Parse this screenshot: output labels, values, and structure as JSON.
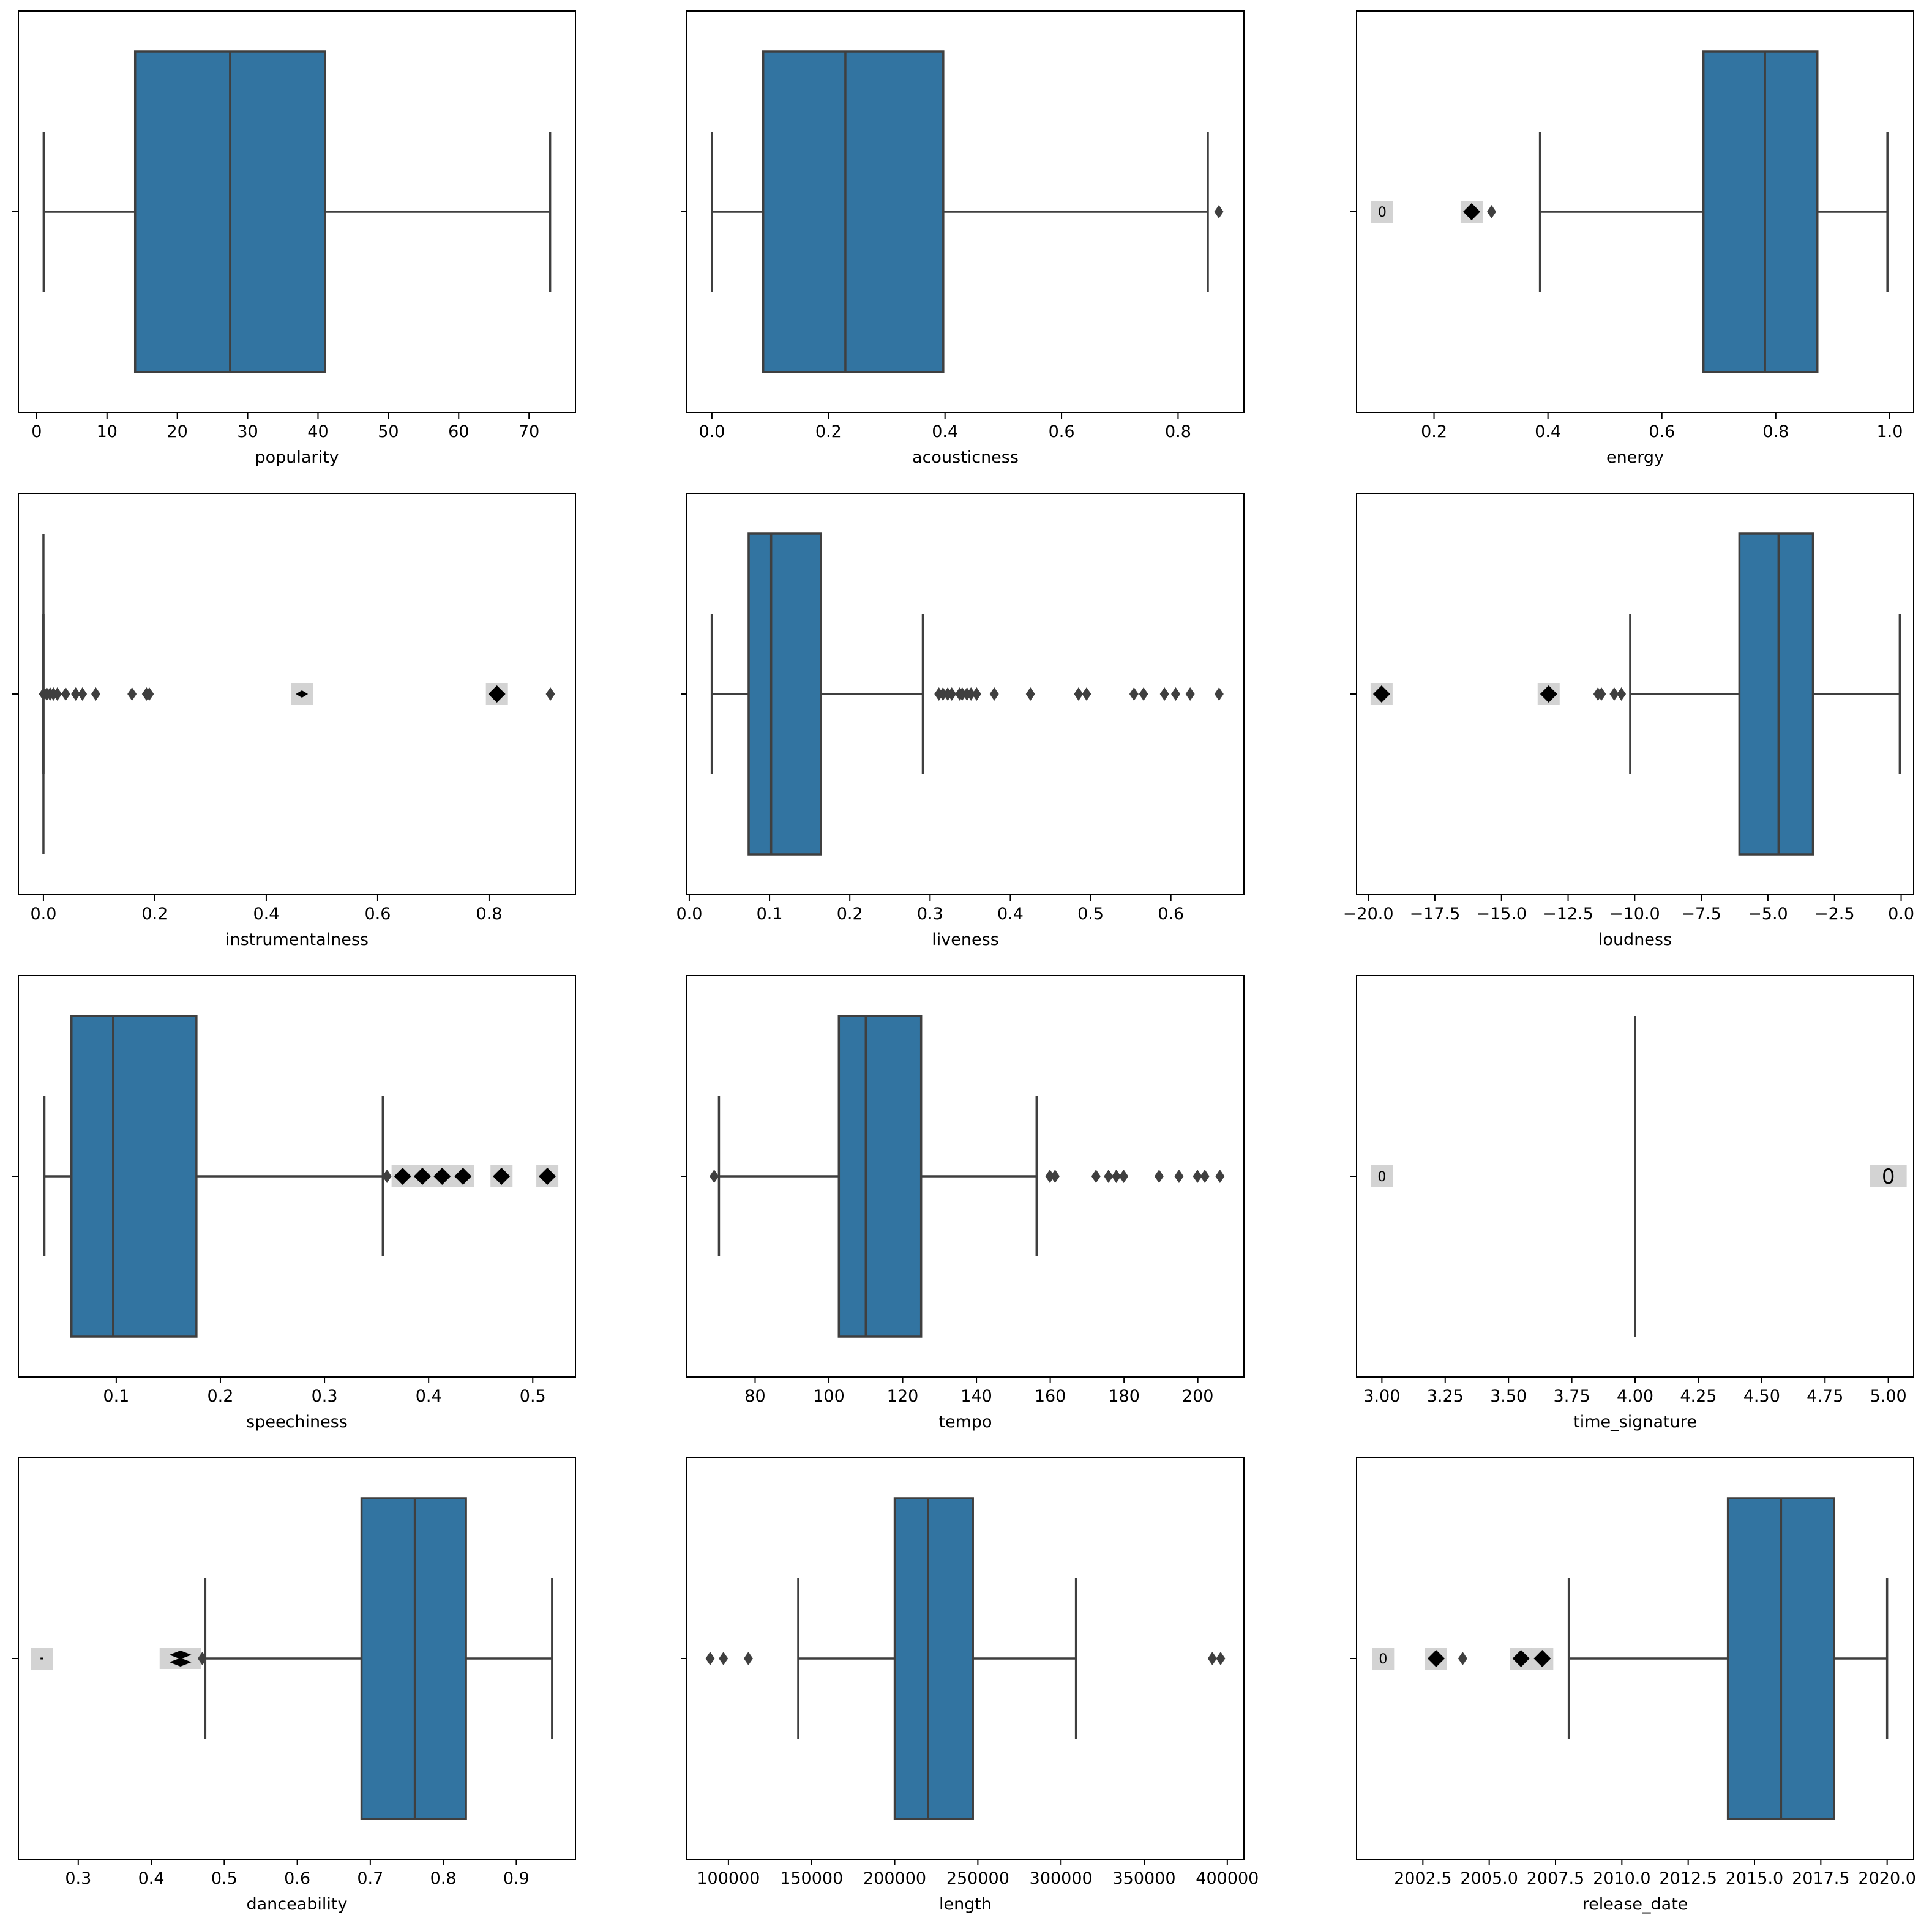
{
  "colors": {
    "box_fill": "#3274a1",
    "line": "#3f3f3f",
    "outlier": "#3f3f3f",
    "outlier_highlight": "#000000",
    "highlight_bg": "#d3d3d3",
    "frame": "#000000"
  },
  "chart_data": [
    {
      "type": "box",
      "xlabel": "popularity",
      "xlim": [
        -2.6,
        76.6
      ],
      "ticks": [
        0,
        10,
        20,
        30,
        40,
        50,
        60,
        70
      ],
      "tick_labels": [
        "0",
        "10",
        "20",
        "30",
        "40",
        "50",
        "60",
        "70"
      ],
      "stats": {
        "whisker_low": 1,
        "q1": 14,
        "median": 27.5,
        "q3": 41,
        "whisker_high": 73
      },
      "outliers": []
    },
    {
      "type": "box",
      "xlabel": "acousticness",
      "xlim": [
        -0.043,
        0.913
      ],
      "ticks": [
        0.0,
        0.2,
        0.4,
        0.6,
        0.8
      ],
      "tick_labels": [
        "0.0",
        "0.2",
        "0.4",
        "0.6",
        "0.8"
      ],
      "stats": {
        "whisker_low": 0.0,
        "q1": 0.088,
        "median": 0.229,
        "q3": 0.397,
        "whisker_high": 0.851
      },
      "outliers": [
        {
          "x": 0.87
        }
      ]
    },
    {
      "type": "box",
      "xlabel": "energy",
      "xlim": [
        0.064,
        1.042
      ],
      "ticks": [
        0.2,
        0.4,
        0.6,
        0.8,
        1.0
      ],
      "tick_labels": [
        "0.2",
        "0.4",
        "0.6",
        "0.8",
        "1.0"
      ],
      "stats": {
        "whisker_low": 0.386,
        "q1": 0.673,
        "median": 0.781,
        "q3": 0.873,
        "whisker_high": 0.996
      },
      "outliers": [
        {
          "x": 0.109,
          "highlight": true,
          "zero_label": true
        },
        {
          "x": 0.266,
          "highlight": true
        },
        {
          "x": 0.301
        }
      ]
    },
    {
      "type": "box",
      "xlabel": "instrumentalness",
      "xlim": [
        -0.045,
        0.955
      ],
      "ticks": [
        0.0,
        0.2,
        0.4,
        0.6,
        0.8
      ],
      "tick_labels": [
        "0.0",
        "0.2",
        "0.4",
        "0.6",
        "0.8"
      ],
      "stats": {
        "whisker_low": 0.0,
        "q1": 0.0,
        "median": 0.0,
        "q3": 0.0,
        "whisker_high": 0.0
      },
      "outliers": [
        {
          "x": 0.0
        },
        {
          "x": 0.006
        },
        {
          "x": 0.012
        },
        {
          "x": 0.018
        },
        {
          "x": 0.025
        },
        {
          "x": 0.04
        },
        {
          "x": 0.058
        },
        {
          "x": 0.07
        },
        {
          "x": 0.094
        },
        {
          "x": 0.159
        },
        {
          "x": 0.185
        },
        {
          "x": 0.19
        },
        {
          "x": 0.464,
          "highlight": true,
          "small": true
        },
        {
          "x": 0.814,
          "highlight": true
        },
        {
          "x": 0.91
        }
      ]
    },
    {
      "type": "box",
      "xlabel": "liveness",
      "xlim": [
        -0.003,
        0.691
      ],
      "ticks": [
        0.0,
        0.1,
        0.2,
        0.3,
        0.4,
        0.5,
        0.6
      ],
      "tick_labels": [
        "0.0",
        "0.1",
        "0.2",
        "0.3",
        "0.4",
        "0.5",
        "0.6"
      ],
      "stats": {
        "whisker_low": 0.028,
        "q1": 0.074,
        "median": 0.102,
        "q3": 0.164,
        "whisker_high": 0.291
      },
      "outliers": [
        {
          "x": 0.311
        },
        {
          "x": 0.316
        },
        {
          "x": 0.322
        },
        {
          "x": 0.327
        },
        {
          "x": 0.337
        },
        {
          "x": 0.34
        },
        {
          "x": 0.346
        },
        {
          "x": 0.351
        },
        {
          "x": 0.358
        },
        {
          "x": 0.38
        },
        {
          "x": 0.425
        },
        {
          "x": 0.485
        },
        {
          "x": 0.495
        },
        {
          "x": 0.554
        },
        {
          "x": 0.566
        },
        {
          "x": 0.592
        },
        {
          "x": 0.606
        },
        {
          "x": 0.624
        },
        {
          "x": 0.66
        }
      ]
    },
    {
      "type": "box",
      "xlabel": "loudness",
      "xlim": [
        -20.44,
        0.47
      ],
      "ticks": [
        -20.0,
        -17.5,
        -15.0,
        -12.5,
        -10.0,
        -7.5,
        -5.0,
        -2.5,
        0.0
      ],
      "tick_labels": [
        "−20.0",
        "−17.5",
        "−15.0",
        "−12.5",
        "−10.0",
        "−7.5",
        "−5.0",
        "−2.5",
        "0.0"
      ],
      "stats": {
        "whisker_low": -10.17,
        "q1": -6.07,
        "median": -4.6,
        "q3": -3.31,
        "whisker_high": -0.05
      },
      "outliers": [
        {
          "x": -19.5,
          "highlight": true
        },
        {
          "x": -13.23,
          "highlight": true
        },
        {
          "x": -11.38
        },
        {
          "x": -11.25
        },
        {
          "x": -10.77
        },
        {
          "x": -10.5
        }
      ]
    },
    {
      "type": "box",
      "xlabel": "speechiness",
      "xlim": [
        0.006,
        0.541
      ],
      "ticks": [
        0.1,
        0.2,
        0.3,
        0.4,
        0.5
      ],
      "tick_labels": [
        "0.1",
        "0.2",
        "0.3",
        "0.4",
        "0.5"
      ],
      "stats": {
        "whisker_low": 0.031,
        "q1": 0.057,
        "median": 0.097,
        "q3": 0.177,
        "whisker_high": 0.356
      },
      "outliers": [
        {
          "x": 0.36
        },
        {
          "x": 0.375,
          "highlight": true
        },
        {
          "x": 0.394,
          "highlight": true
        },
        {
          "x": 0.413,
          "highlight": true
        },
        {
          "x": 0.433,
          "highlight": true
        },
        {
          "x": 0.47,
          "highlight": true
        },
        {
          "x": 0.514,
          "highlight": true
        }
      ]
    },
    {
      "type": "box",
      "xlabel": "tempo",
      "xlim": [
        61.5,
        212.5
      ],
      "ticks": [
        80,
        100,
        120,
        140,
        160,
        180,
        200
      ],
      "tick_labels": [
        "80",
        "100",
        "120",
        "140",
        "160",
        "180",
        "200"
      ],
      "stats": {
        "whisker_low": 70.2,
        "q1": 102.7,
        "median": 110.0,
        "q3": 125.0,
        "whisker_high": 156.3
      },
      "outliers": [
        {
          "x": 68.9
        },
        {
          "x": 159.9
        },
        {
          "x": 161.3
        },
        {
          "x": 172.4
        },
        {
          "x": 175.8
        },
        {
          "x": 177.9
        },
        {
          "x": 179.9
        },
        {
          "x": 189.5
        },
        {
          "x": 194.9
        },
        {
          "x": 199.9
        },
        {
          "x": 201.9
        },
        {
          "x": 206.0
        }
      ]
    },
    {
      "type": "box",
      "xlabel": "time_signature",
      "xlim": [
        2.9,
        5.1
      ],
      "ticks": [
        3.0,
        3.25,
        3.5,
        3.75,
        4.0,
        4.25,
        4.5,
        4.75,
        5.0
      ],
      "tick_labels": [
        "3.00",
        "3.25",
        "3.50",
        "3.75",
        "4.00",
        "4.25",
        "4.50",
        "4.75",
        "5.00"
      ],
      "stats": {
        "whisker_low": 4.0,
        "q1": 4.0,
        "median": 4.0,
        "q3": 4.0,
        "whisker_high": 4.0
      },
      "outliers": [
        {
          "x": 3.0,
          "highlight": true,
          "zero_label": true
        },
        {
          "x": 5.0,
          "highlight": true,
          "zero_label": true,
          "big": true
        }
      ]
    },
    {
      "type": "box",
      "xlabel": "danceability",
      "xlim": [
        0.218,
        0.981
      ],
      "ticks": [
        0.3,
        0.4,
        0.5,
        0.6,
        0.7,
        0.8,
        0.9
      ],
      "tick_labels": [
        "0.3",
        "0.4",
        "0.5",
        "0.6",
        "0.7",
        "0.8",
        "0.9"
      ],
      "stats": {
        "whisker_low": 0.474,
        "q1": 0.688,
        "median": 0.761,
        "q3": 0.831,
        "whisker_high": 0.949
      },
      "outliers": [
        {
          "x": 0.25,
          "highlight": true,
          "dot": true
        },
        {
          "x": 0.44,
          "highlight": true,
          "double": true
        },
        {
          "x": 0.47
        }
      ]
    },
    {
      "type": "box",
      "xlabel": "length",
      "xlim": [
        75000,
        410000
      ],
      "ticks": [
        100000,
        150000,
        200000,
        250000,
        300000,
        350000,
        400000
      ],
      "tick_labels": [
        "100000",
        "150000",
        "200000",
        "250000",
        "300000",
        "350000",
        "400000"
      ],
      "stats": {
        "whisker_low": 142000,
        "q1": 200000,
        "median": 220000,
        "q3": 247000,
        "whisker_high": 309000
      },
      "outliers": [
        {
          "x": 89000
        },
        {
          "x": 97000
        },
        {
          "x": 112000
        },
        {
          "x": 391000
        },
        {
          "x": 396000
        }
      ]
    },
    {
      "type": "box",
      "xlabel": "release_date",
      "xlim": [
        2000.0,
        2021.0
      ],
      "ticks": [
        2002.5,
        2005.0,
        2007.5,
        2010.0,
        2012.5,
        2015.0,
        2017.5,
        2020.0
      ],
      "tick_labels": [
        "2002.5",
        "2005.0",
        "2007.5",
        "2010.0",
        "2012.5",
        "2015.0",
        "2017.5",
        "2020.0"
      ],
      "stats": {
        "whisker_low": 2008,
        "q1": 2014,
        "median": 2016,
        "q3": 2018,
        "whisker_high": 2020
      },
      "outliers": [
        {
          "x": 2001,
          "highlight": true,
          "zero_label": true
        },
        {
          "x": 2003,
          "highlight": true
        },
        {
          "x": 2004
        },
        {
          "x": 2006.2,
          "highlight": true
        },
        {
          "x": 2007,
          "highlight": true
        }
      ]
    }
  ]
}
